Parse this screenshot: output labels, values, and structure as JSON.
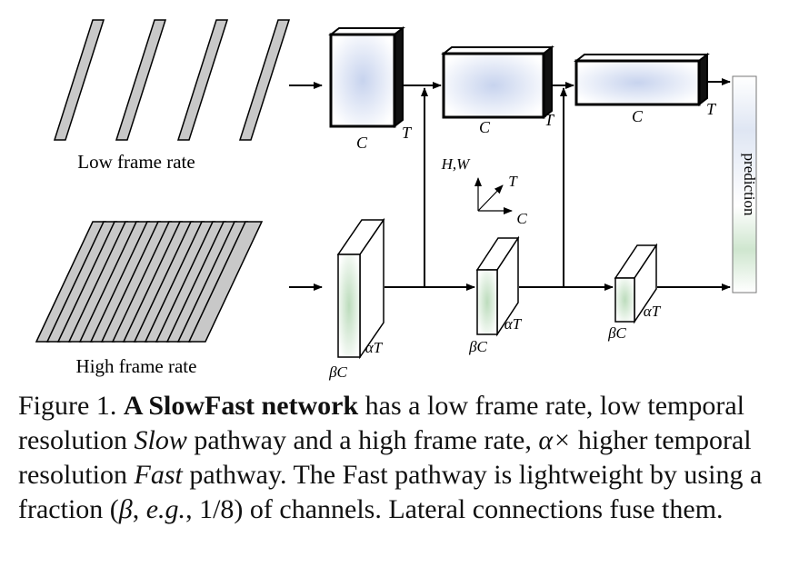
{
  "diagram": {
    "slow_input_label": "Low frame rate",
    "fast_input_label": "High frame rate",
    "prediction_label": "prediction",
    "slow_block_labels": [
      {
        "c": "C",
        "t": "T"
      },
      {
        "c": "C",
        "t": "T"
      },
      {
        "c": "C",
        "t": "T"
      }
    ],
    "fast_block_labels": [
      {
        "c": "βC",
        "t": "αT"
      },
      {
        "c": "βC",
        "t": "αT"
      },
      {
        "c": "βC",
        "t": "αT"
      }
    ],
    "axes": {
      "vertical": "H,W",
      "depth": "T",
      "horizontal": "C"
    },
    "slow_frame_count": 4,
    "fast_frame_count": 15,
    "colors": {
      "frame_fill": "#c8c8c8",
      "slow_tint": "#c7d3ee",
      "fast_tint": "#c2dcc2",
      "stroke": "#000000"
    }
  },
  "caption": {
    "prefix": "Figure 1. ",
    "bold": "A SlowFast network",
    "t1": " has a low frame rate, low temporal resolution ",
    "slow": "Slow",
    "t2": " pathway and a high frame rate, ",
    "alpha": "α×",
    "t3": " higher temporal resolution ",
    "fast": "Fast",
    "t4": " pathway. The Fast pathway is lightweight by using a fraction (",
    "beta": "β",
    "t5": ", ",
    "eg": "e.g.",
    "t6": ", 1/8) of channels. Lateral connections fuse them."
  }
}
